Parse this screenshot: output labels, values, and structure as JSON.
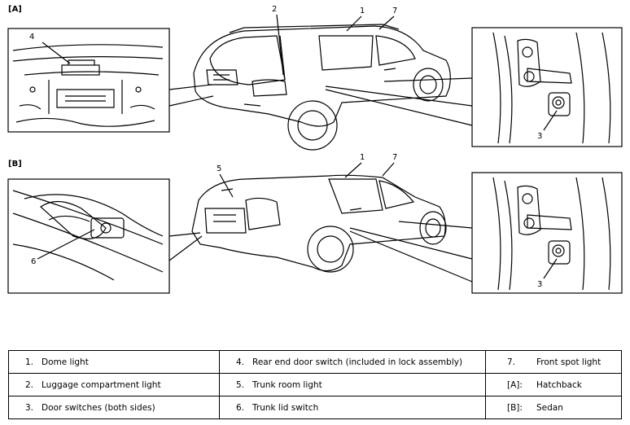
{
  "sections": {
    "a_tag": "[A]",
    "b_tag": "[B]"
  },
  "callouts": {
    "a": {
      "n4": "4",
      "n2": "2",
      "n1": "1",
      "n7": "7",
      "n3": "3"
    },
    "b": {
      "n5": "5",
      "n1": "1",
      "n7": "7",
      "n6": "6",
      "n3": "3"
    }
  },
  "legend": {
    "rows": [
      [
        {
          "num": "1.",
          "text": "Dome light"
        },
        {
          "num": "4.",
          "text": "Rear end door switch (included in lock assembly)"
        },
        {
          "num": "7.",
          "text": "Front spot light"
        }
      ],
      [
        {
          "num": "2.",
          "text": "Luggage compartment light"
        },
        {
          "num": "5.",
          "text": "Trunk room light"
        },
        {
          "num": "[A]:",
          "text": "Hatchback"
        }
      ],
      [
        {
          "num": "3.",
          "text": "Door switches (both sides)"
        },
        {
          "num": "6.",
          "text": "Trunk lid switch"
        },
        {
          "num": "[B]:",
          "text": "Sedan"
        }
      ]
    ]
  }
}
